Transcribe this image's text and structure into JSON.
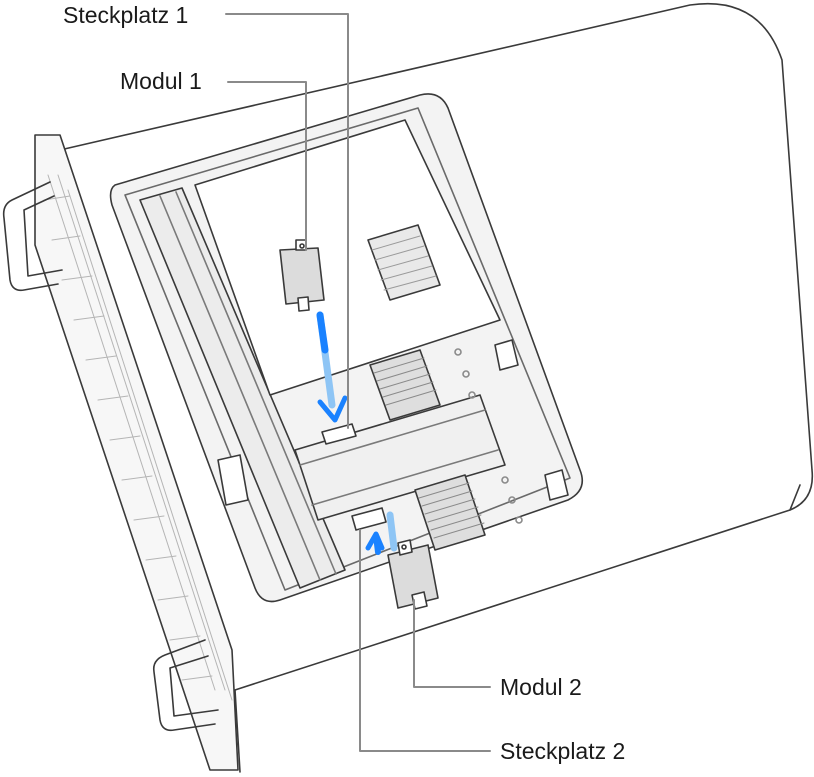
{
  "callouts": {
    "steckplatz_1": "Steckplatz 1",
    "modul_1": "Modul 1",
    "modul_2": "Modul 2",
    "steckplatz_2": "Steckplatz 2"
  },
  "colors": {
    "outline": "#3a3a3a",
    "callout_line": "#8a8a8a",
    "arrow_blue": "#1a82ff",
    "arrow_light_blue": "#8ec5f5",
    "body_fill": "#ffffff",
    "inner_fill": "#f4f4f4",
    "module_fill": "#dcdcdc"
  },
  "icons": [
    "mac-pro-chassis",
    "ssd-module-icon",
    "insert-arrow-icon"
  ]
}
